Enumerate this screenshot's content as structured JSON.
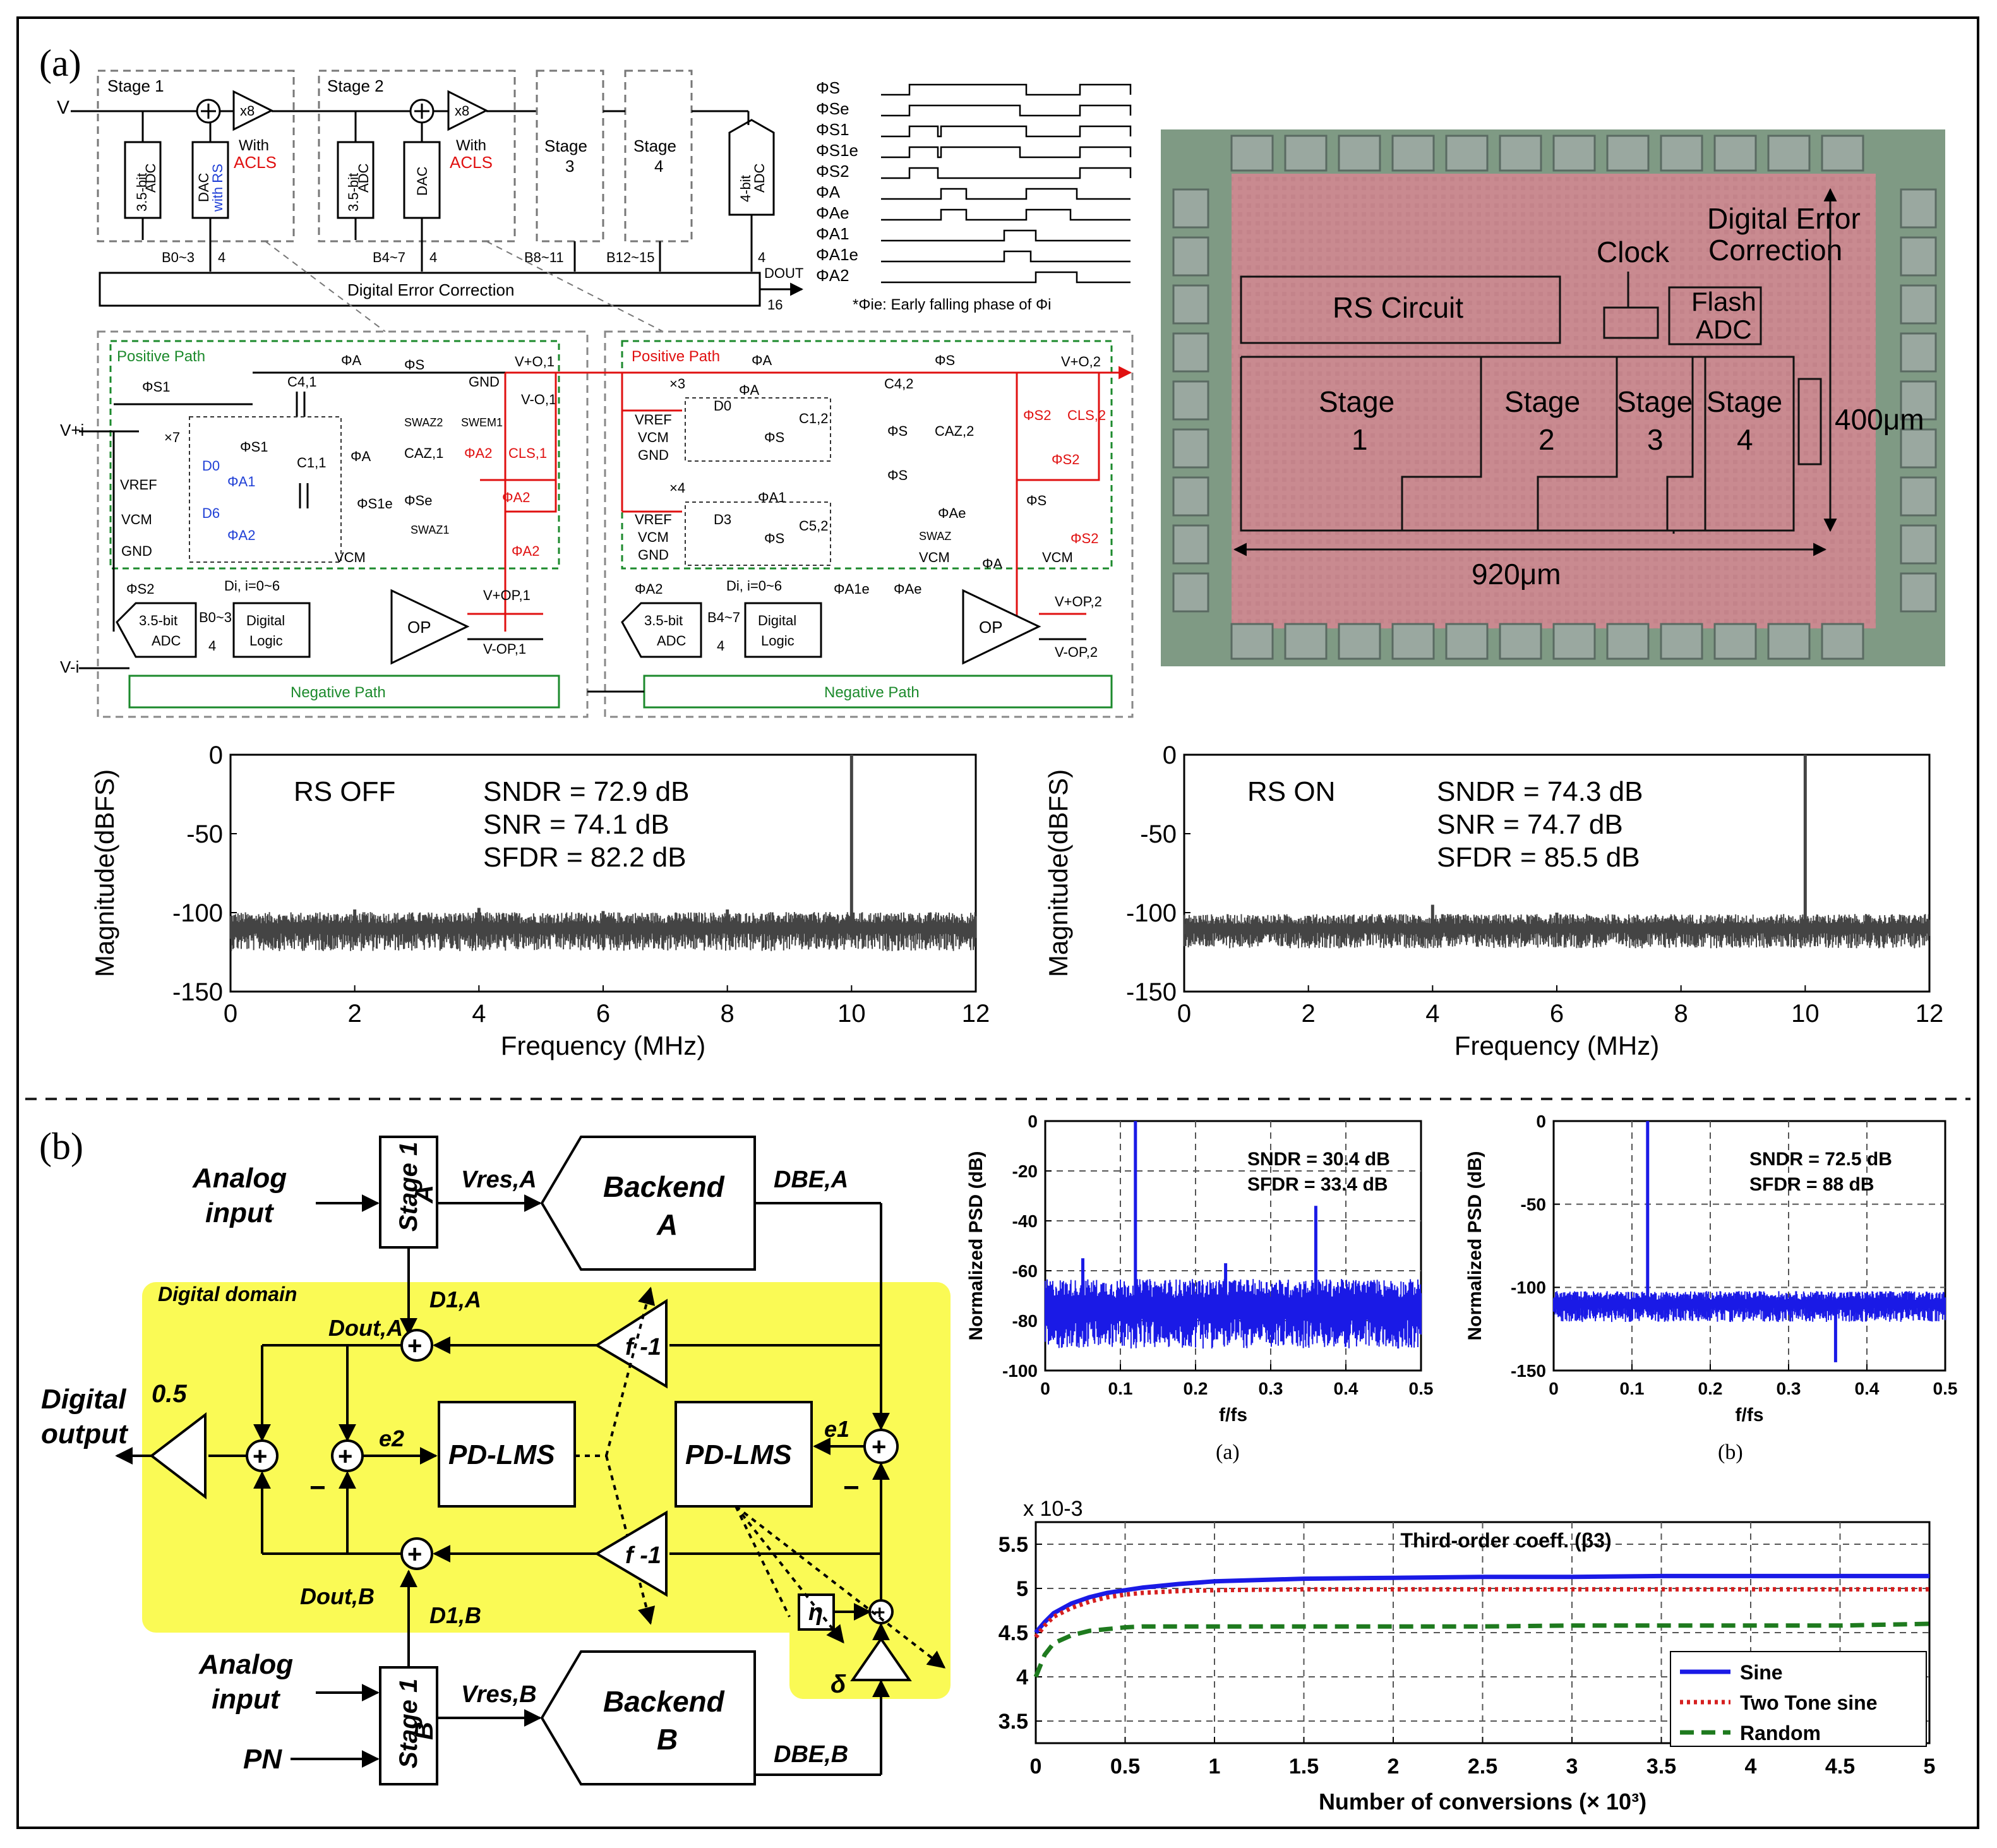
{
  "panel_a_label": "(a)",
  "panel_b_label": "(b)",
  "pipeline": {
    "vi": "V",
    "stage1": "Stage 1",
    "stage2": "Stage 2",
    "stage3": "Stage",
    "stage3_num": "3",
    "stage4": "Stage",
    "stage4_num": "4",
    "adc35": "3.5-bit",
    "adc35b": "ADC",
    "dac_rs1": "DAC",
    "dac_rs2": "with RS",
    "dac2": "DAC",
    "x8": "x8",
    "with": "With",
    "acls": "ACLS",
    "adc4": "4-bit",
    "adc4b": "ADC",
    "b03": "B0~3",
    "b47": "B4~7",
    "b811": "B8~11",
    "b1215": "B12~15",
    "four": "4",
    "dout": "DOUT",
    "sixteen": "16",
    "dec": "Digital Error Correction"
  },
  "phases": {
    "labels": [
      "ΦS",
      "ΦSe",
      "ΦS1",
      "ΦS1e",
      "ΦS2",
      "ΦA",
      "ΦAe",
      "ΦA1",
      "ΦA1e",
      "ΦA2"
    ],
    "note": "*Φie: Early falling phase of Φi"
  },
  "detail": {
    "positive_path": "Positive Path",
    "negative_path": "Negative Path",
    "op": "OP",
    "vref": "VREF",
    "vcm": "VCM",
    "gnd": "GND",
    "x7": "×7",
    "x3": "×3",
    "x4": "×4",
    "d0": "D0",
    "d6": "D6",
    "d3": "D3",
    "di": "Di, i=0~6",
    "digital_logic_1": "Digital",
    "digital_logic_2": "Logic",
    "adc35": "3.5-bit",
    "adc35b": "ADC",
    "b03": "B0~3",
    "b47": "B4~7",
    "four": "4",
    "c41": "C4,1",
    "c11": "C1,1",
    "caz1": "CAZ,1",
    "cls1": "CLS,1",
    "c42": "C4,2",
    "c12": "C1,2",
    "c52": "C5,2",
    "caz2": "CAZ,2",
    "cls2": "CLS,2",
    "vo1p": "V+O,1",
    "vo1n": "V-O,1",
    "vo2p": "V+O,2",
    "vop1p": "V+OP,1",
    "vop1n": "V-OP,1",
    "vop2p": "V+OP,2",
    "vop2n": "V-OP,2",
    "phi_a": "ΦA",
    "phi_s": "ΦS",
    "phi_s1": "ΦS1",
    "phi_s2": "ΦS2",
    "phi_a1": "ΦA1",
    "phi_a2": "ΦA2",
    "phi_se": "ΦSe",
    "phi_s1e": "ΦS1e",
    "phi_ae": "ΦAe",
    "phi_a1e": "ΦA1e",
    "sw_az2": "SWAZ2",
    "sw_em1": "SWEM1",
    "sw_az1": "SWAZ1",
    "sw_az": "SWAZ",
    "vi_p": "V+i",
    "vi_n": "V-i"
  },
  "chip": {
    "rs_circuit": "RS Circuit",
    "clock": "Clock",
    "flash1": "Flash",
    "flash2": "ADC",
    "dec1": "Digital Error",
    "dec2": "Correction",
    "stage": "Stage",
    "s1": "1",
    "s2": "2",
    "s3": "3",
    "s4": "4",
    "height": "400μm",
    "width": "920μm"
  },
  "spectrum_off": {
    "label": "RS OFF",
    "sndr": "SNDR = 72.9 dB",
    "snr": "SNR   = 74.1 dB",
    "sfdr": "SFDR = 82.2 dB"
  },
  "spectrum_on": {
    "label": "RS ON",
    "sndr": "SNDR = 74.3 dB",
    "snr": "SNR   = 74.7 dB",
    "sfdr": "SFDR = 85.5 dB"
  },
  "calib": {
    "analog_input_1": "Analog",
    "analog_input_2": "input",
    "stage1a_1": "Stage 1",
    "stage1a_2": "A",
    "stage1b_1": "Stage 1",
    "stage1b_2": "B",
    "vres_a": "Vres,A",
    "vres_b": "Vres,B",
    "backend_a_1": "Backend",
    "backend_a_2": "A",
    "backend_b_1": "Backend",
    "backend_b_2": "B",
    "dbe_a": "DBE,A",
    "dbe_b": "DBE,B",
    "digital_domain": "Digital domain",
    "d1a": "D1,A",
    "d1b": "D1,B",
    "dout_a": "Dout,A",
    "dout_b": "Dout,B",
    "digital_output_1": "Digital",
    "digital_output_2": "output",
    "half": "0.5",
    "pdlms": "PD-LMS",
    "finv": "f -1",
    "e1": "e1",
    "e2": "e2",
    "eta": "η",
    "delta": "δ",
    "pn": "PN",
    "plus": "+",
    "minus": "−"
  },
  "psd_a": {
    "sndr": "SNDR = 30.4 dB",
    "sfdr": "SFDR = 33.4 dB",
    "caption": "(a)"
  },
  "psd_b": {
    "sndr": "SNDR = 72.5 dB",
    "sfdr": "SFDR = 88 dB",
    "caption": "(b)"
  },
  "chart_data": [
    {
      "type": "line",
      "title": "",
      "xlabel": "Frequency (MHz)",
      "ylabel": "Magnitude(dBFS)",
      "xlim": [
        0,
        12
      ],
      "ylim": [
        -150,
        0
      ],
      "xticks": [
        0,
        2,
        4,
        6,
        8,
        10,
        12
      ],
      "yticks": [
        0,
        -50,
        -100,
        -150
      ],
      "grid": false,
      "annotations": [
        "RS OFF",
        "SNDR = 72.9 dB",
        "SNR   = 74.1 dB",
        "SFDR = 82.2 dB"
      ],
      "noise_floor": -110,
      "series": [
        {
          "values_x": [
            10,
            2,
            4,
            6,
            8
          ],
          "values_y": [
            0,
            -98,
            -97,
            -99,
            -98
          ]
        }
      ]
    },
    {
      "type": "line",
      "title": "",
      "xlabel": "Frequency (MHz)",
      "ylabel": "Magnitude(dBFS)",
      "xlim": [
        0,
        12
      ],
      "ylim": [
        -150,
        0
      ],
      "xticks": [
        0,
        2,
        4,
        6,
        8,
        10,
        12
      ],
      "yticks": [
        0,
        -50,
        -100,
        -150
      ],
      "grid": false,
      "annotations": [
        "RS ON",
        "SNDR = 74.3 dB",
        "SNR   = 74.7 dB",
        "SFDR = 85.5 dB"
      ],
      "noise_floor": -110,
      "series": [
        {
          "values_x": [
            10,
            4,
            6,
            2
          ],
          "values_y": [
            0,
            -95,
            -100,
            -102
          ]
        }
      ]
    },
    {
      "type": "line",
      "title": "",
      "xlabel": "f/fs",
      "ylabel": "Normalized PSD (dB)",
      "xlim": [
        0,
        0.5
      ],
      "ylim": [
        -100,
        0
      ],
      "xticks": [
        0,
        0.1,
        0.2,
        0.3,
        0.4,
        0.5
      ],
      "yticks": [
        0,
        -20,
        -40,
        -60,
        -80,
        -100
      ],
      "grid": true,
      "annotations": [
        "SNDR = 30.4 dB",
        "SFDR = 33.4 dB"
      ],
      "noise_floor": -75,
      "series": [
        {
          "values_x": [
            0.12,
            0.36,
            0.05,
            0.24
          ],
          "values_y": [
            0,
            -34,
            -55,
            -57
          ]
        }
      ]
    },
    {
      "type": "line",
      "title": "",
      "xlabel": "f/fs",
      "ylabel": "Normalized PSD (dB)",
      "xlim": [
        0,
        0.5
      ],
      "ylim": [
        -150,
        0
      ],
      "xticks": [
        0,
        0.1,
        0.2,
        0.3,
        0.4,
        0.5
      ],
      "yticks": [
        0,
        -50,
        -100,
        -150
      ],
      "grid": true,
      "annotations": [
        "SNDR = 72.5 dB",
        "SFDR = 88 dB"
      ],
      "noise_floor": -110,
      "series": [
        {
          "values_x": [
            0.12,
            0.36
          ],
          "values_y": [
            0,
            -145
          ]
        }
      ]
    },
    {
      "type": "line",
      "title": "Third-order coeff. (β3)",
      "xlabel": "Number of conversions (× 10³)",
      "ylabel": "",
      "y_multiplier": "x 10-3",
      "xlim": [
        0,
        5
      ],
      "ylim": [
        3.25,
        5.75
      ],
      "xticks": [
        0,
        0.5,
        1,
        1.5,
        2,
        2.5,
        3,
        3.5,
        4,
        4.5,
        5
      ],
      "yticks": [
        3.5,
        4,
        4.5,
        5,
        5.5
      ],
      "grid": true,
      "legend": "bottom-right",
      "x": [
        0,
        0.05,
        0.1,
        0.2,
        0.3,
        0.4,
        0.5,
        0.6,
        0.8,
        1,
        1.5,
        2,
        2.5,
        3,
        3.5,
        4,
        4.5,
        5
      ],
      "series": [
        {
          "name": "Sine",
          "color": "#1a1ae6",
          "style": "solid",
          "values": [
            4.5,
            4.62,
            4.72,
            4.83,
            4.9,
            4.95,
            4.98,
            5.01,
            5.05,
            5.08,
            5.11,
            5.12,
            5.13,
            5.13,
            5.14,
            5.14,
            5.14,
            5.14
          ]
        },
        {
          "name": "Two Tone sine",
          "color": "#d62020",
          "style": "dotted",
          "values": [
            4.45,
            4.58,
            4.68,
            4.78,
            4.85,
            4.9,
            4.93,
            4.95,
            4.97,
            4.98,
            4.99,
            4.99,
            4.99,
            4.99,
            4.99,
            4.99,
            4.99,
            4.99
          ]
        },
        {
          "name": "Random",
          "color": "#1e7a1e",
          "style": "dashed",
          "values": [
            4.0,
            4.25,
            4.38,
            4.47,
            4.52,
            4.54,
            4.56,
            4.57,
            4.57,
            4.57,
            4.57,
            4.57,
            4.57,
            4.58,
            4.58,
            4.58,
            4.58,
            4.6
          ]
        }
      ]
    }
  ]
}
